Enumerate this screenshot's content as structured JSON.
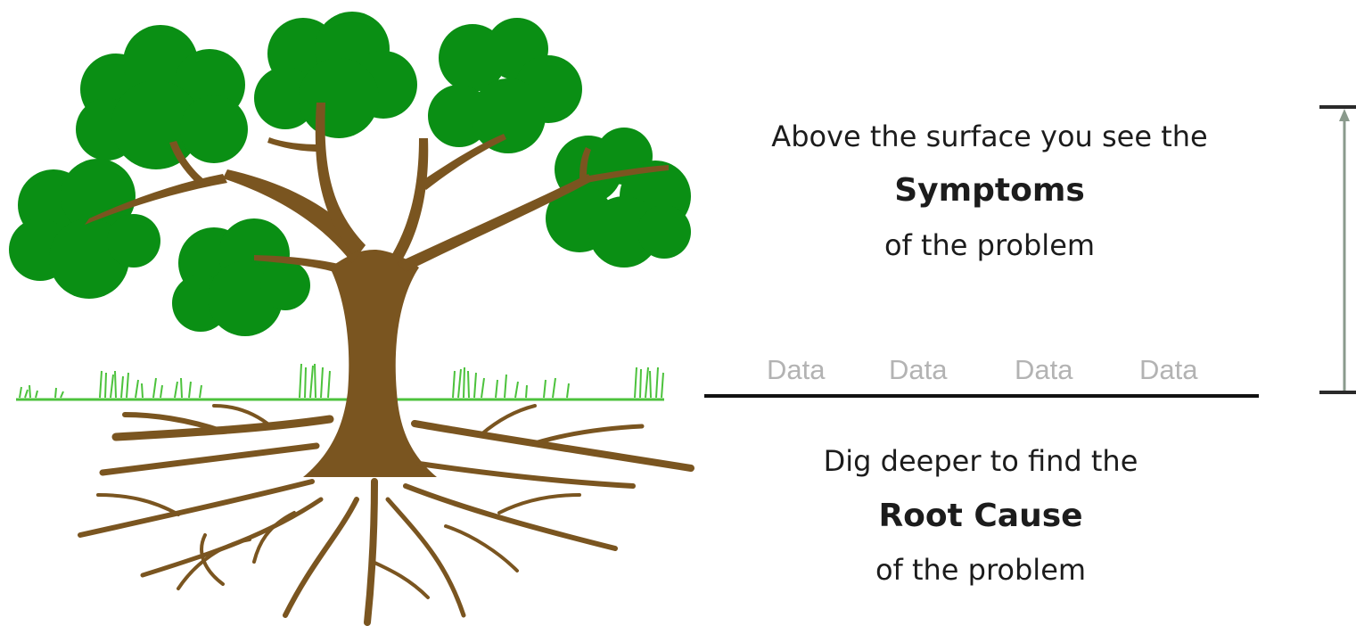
{
  "above": {
    "line1": "Above the surface you see the",
    "highlight": "Symptoms",
    "line3": "of the problem"
  },
  "below": {
    "line1": "Dig deeper to find the",
    "highlight": "Root Cause",
    "line3": "of the problem"
  },
  "data_labels": [
    "Data",
    "Data",
    "Data",
    "Data"
  ],
  "colors": {
    "foliage": "#0a8f14",
    "trunk": "#7a5520",
    "grass": "#4cc23c",
    "data_text": "#b3b3b3",
    "arrow": "#8a9a8c"
  }
}
